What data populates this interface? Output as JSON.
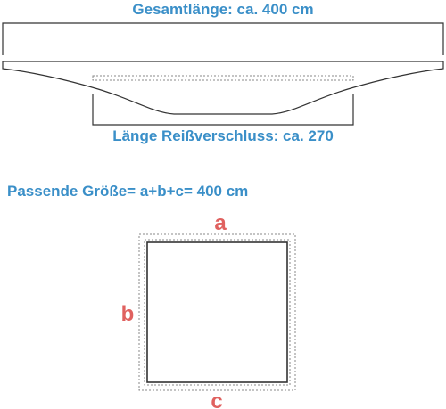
{
  "total_length_label": "Gesamtlänge: ca. 400 cm",
  "zipper_length_label": "Länge Reißverschluss: ca. 270",
  "fit_size_label": "Passende Größe= a+b+c= 400 cm",
  "side_a": "a",
  "side_b": "b",
  "side_c": "c",
  "colors": {
    "label_blue": "#3a8fc8",
    "side_red": "#e0615f",
    "outline": "#333333",
    "dashed": "#888888"
  }
}
